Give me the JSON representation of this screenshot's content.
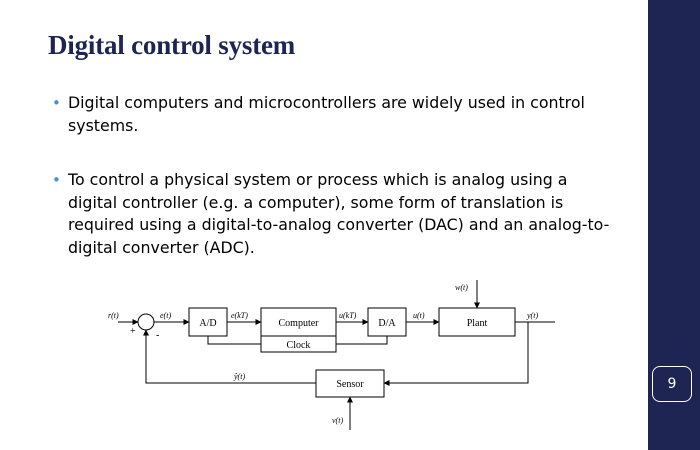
{
  "slide": {
    "title": "Digital control system",
    "page_number": "9",
    "bullets": [
      "Digital computers and microcontrollers are widely used in control systems.",
      "To control a physical system or process which is analog using a digital controller (e.g. a computer), some form of translation is required using a digital-to-analog converter (DAC) and an analog-to-digital converter (ADC)."
    ]
  },
  "diagram": {
    "blocks": {
      "adc": "A/D",
      "computer": "Computer",
      "clock": "Clock",
      "dac": "D/A",
      "plant": "Plant",
      "sensor": "Sensor"
    },
    "signals": {
      "reference": "r(t)",
      "error": "e(t)",
      "sampled_error": "e(kT)",
      "control_sampled": "u(kT)",
      "control": "u(t)",
      "disturbance": "w(t)",
      "output": "y(t)",
      "measured": "ŷ(t)",
      "noise": "v(t)"
    },
    "summing_signs": {
      "plus": "+",
      "minus": "-"
    }
  },
  "colors": {
    "title": "#1f2552",
    "sidebar": "#1f2552",
    "bullet": "#4a8fd0"
  }
}
